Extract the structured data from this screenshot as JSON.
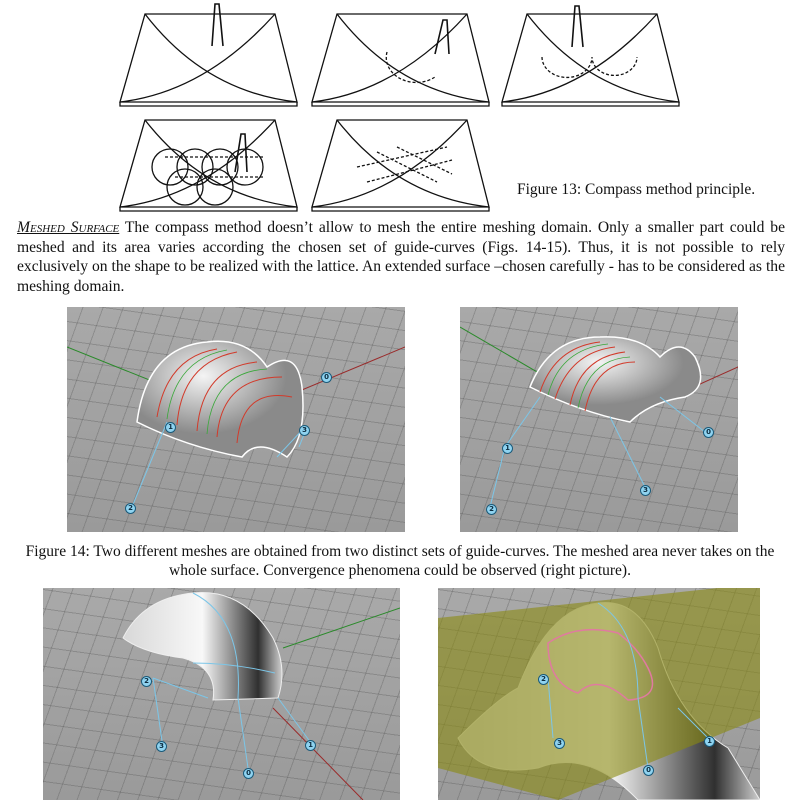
{
  "figure13": {
    "caption": "Figure 13: Compass method principle."
  },
  "paragraph": {
    "heading": "Meshed Surface",
    "text": " The compass method doesn’t allow to mesh the entire meshing domain. Only a smaller part could be meshed and its area varies according the chosen set of guide-curves (Figs. 14-15). Thus, it is not possible to rely exclusively on the shape to be realized with the lattice. An extended surface –chosen carefully - has to be considered as the meshing domain."
  },
  "figure14": {
    "caption": "Figure 14: Two different meshes are obtained from two distinct sets of guide-curves. The meshed area never takes on the whole surface. Convergence phenomena could be observed (right picture).",
    "left_labels": [
      "0",
      "1",
      "2",
      "3"
    ],
    "right_labels": [
      "0",
      "1",
      "2",
      "3"
    ]
  },
  "figure15": {
    "left_labels": [
      "0",
      "1",
      "2",
      "3"
    ],
    "right_labels": [
      "0",
      "1",
      "2",
      "3"
    ]
  },
  "colors": {
    "surface_plane": "#8a8a10",
    "mesh_red": "#d23a2a",
    "mesh_green": "#3aa83a",
    "guide_curve": "#7cc6e8"
  }
}
